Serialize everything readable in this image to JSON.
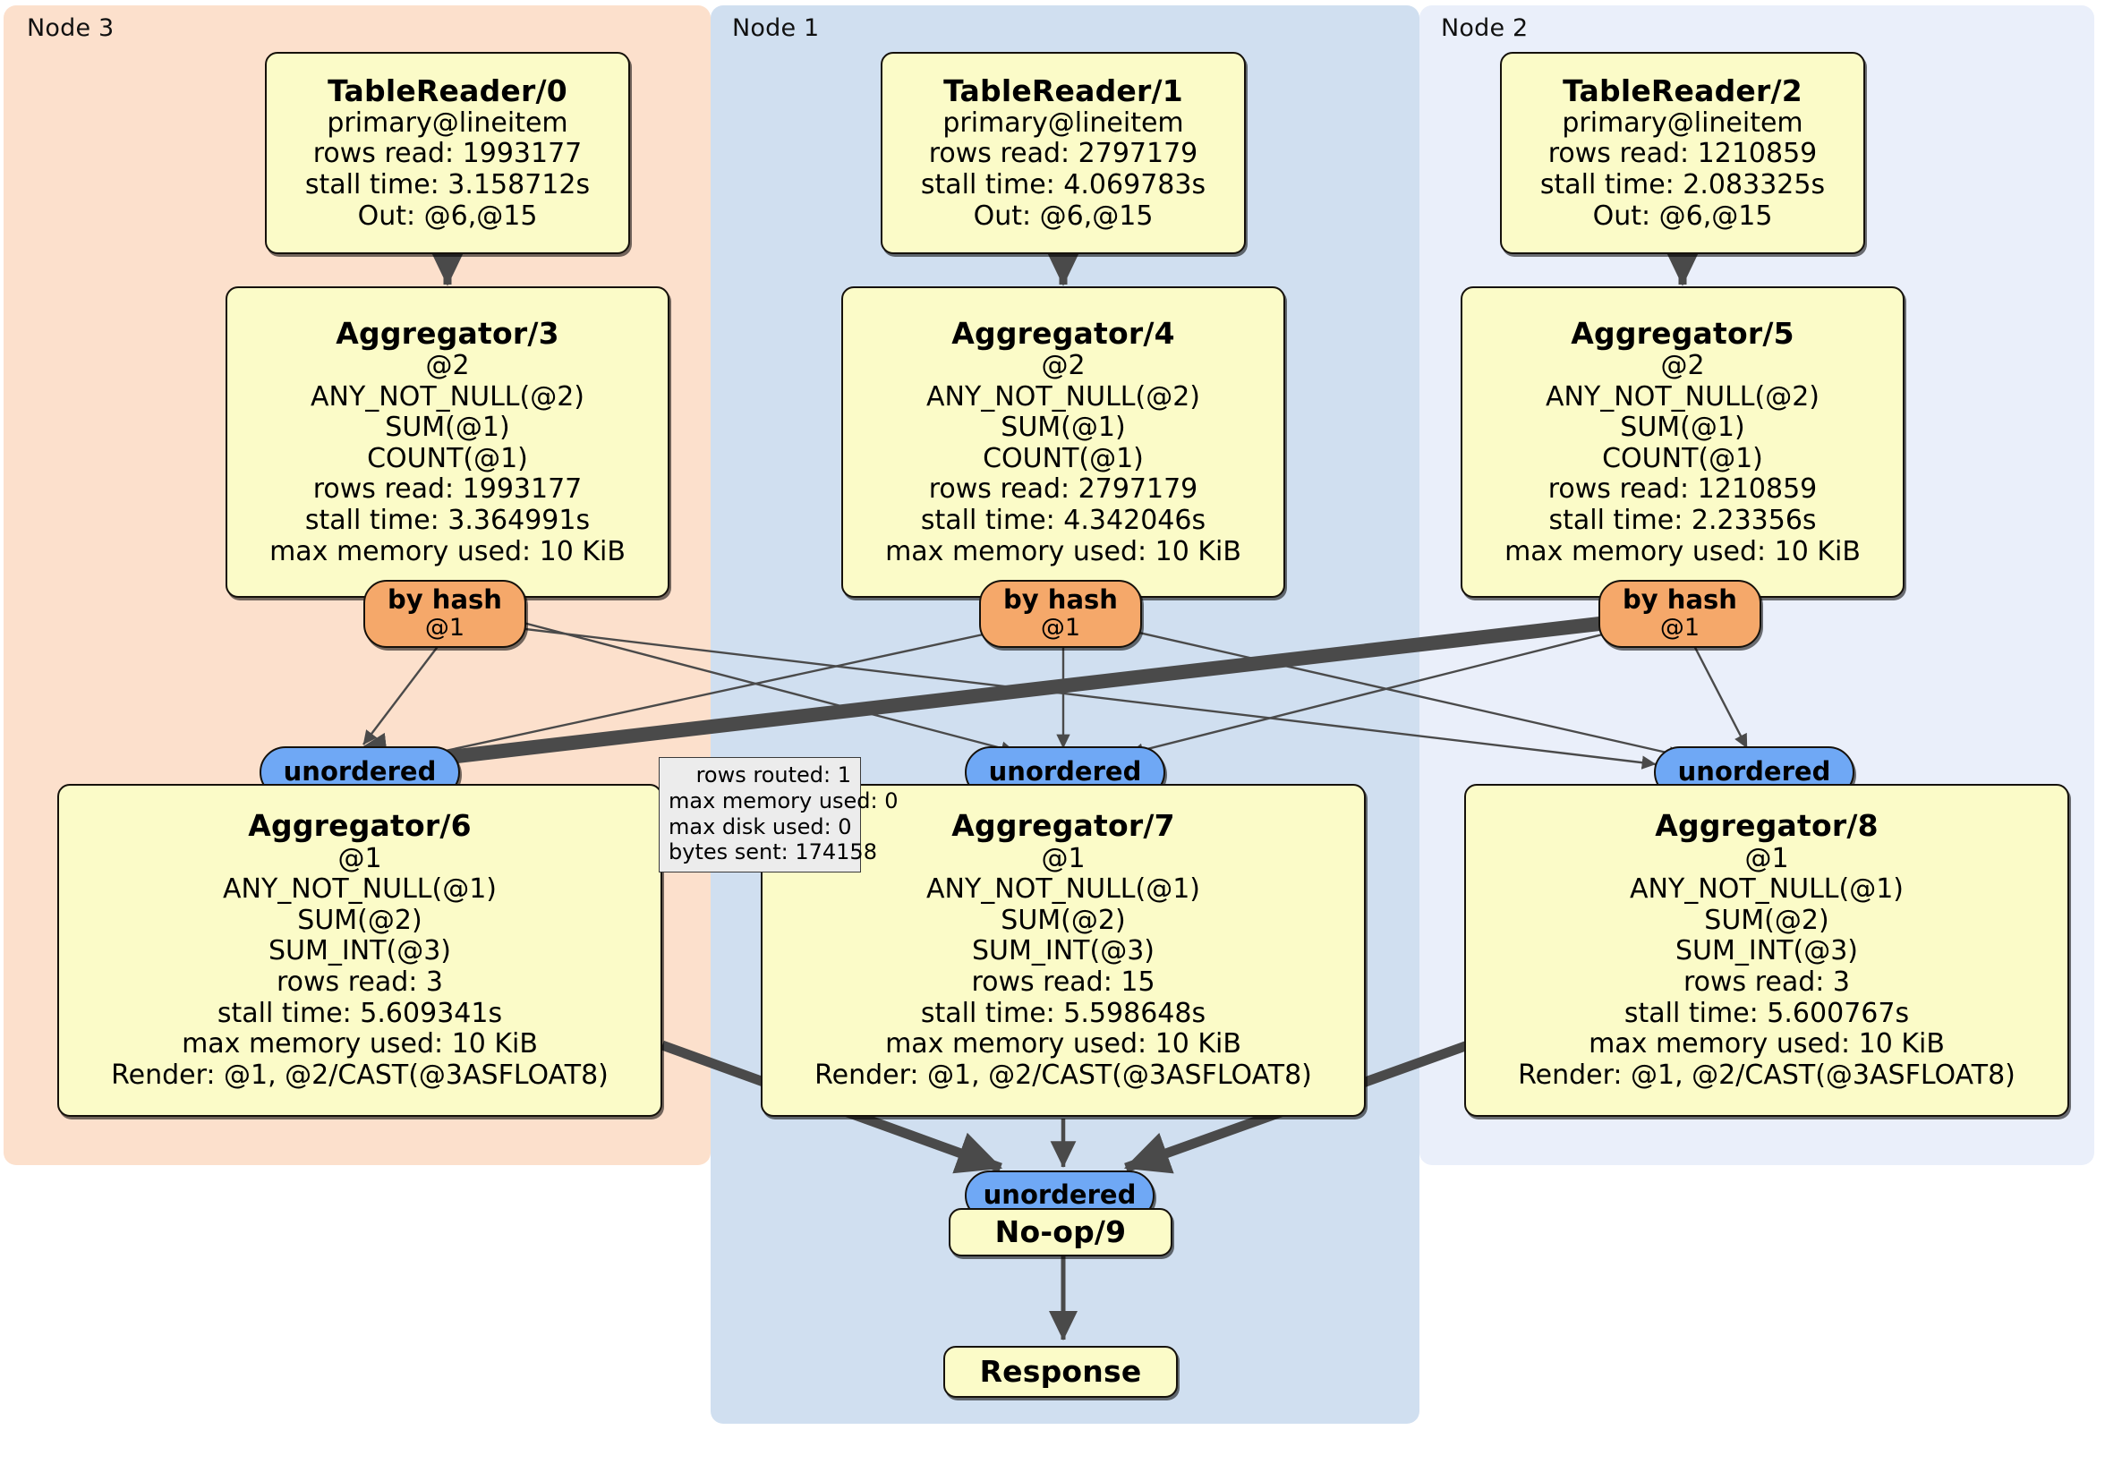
{
  "colors": {
    "node3_panel": "#fce0cc",
    "node1_panel": "#d0dff0",
    "node2_panel": "#eaeffa",
    "box_fill": "#fbfbc8",
    "hash_fill": "#f5a86a",
    "unordered_fill": "#6fa8f5",
    "note_fill": "#ececec",
    "edge": "#4a4a4a",
    "outline": "#15110b"
  },
  "clusters": [
    {
      "id": "node3",
      "label": "Node 3"
    },
    {
      "id": "node1",
      "label": "Node 1"
    },
    {
      "id": "node2",
      "label": "Node 2"
    }
  ],
  "table_readers": [
    {
      "title": "TableReader/0",
      "lines": [
        "primary@lineitem",
        "rows read: 1993177",
        "stall time: 3.158712s",
        "Out: @6,@15"
      ]
    },
    {
      "title": "TableReader/1",
      "lines": [
        "primary@lineitem",
        "rows read: 2797179",
        "stall time: 4.069783s",
        "Out: @6,@15"
      ]
    },
    {
      "title": "TableReader/2",
      "lines": [
        "primary@lineitem",
        "rows read: 1210859",
        "stall time: 2.083325s",
        "Out: @6,@15"
      ]
    }
  ],
  "aggregators_top": [
    {
      "title": "Aggregator/3",
      "lines": [
        "@2",
        "ANY_NOT_NULL(@2)",
        "SUM(@1)",
        "COUNT(@1)",
        "rows read: 1993177",
        "stall time: 3.364991s",
        "max memory used: 10 KiB"
      ]
    },
    {
      "title": "Aggregator/4",
      "lines": [
        "@2",
        "ANY_NOT_NULL(@2)",
        "SUM(@1)",
        "COUNT(@1)",
        "rows read: 2797179",
        "stall time: 4.342046s",
        "max memory used: 10 KiB"
      ]
    },
    {
      "title": "Aggregator/5",
      "lines": [
        "@2",
        "ANY_NOT_NULL(@2)",
        "SUM(@1)",
        "COUNT(@1)",
        "rows read: 1210859",
        "stall time: 2.23356s",
        "max memory used: 10 KiB"
      ]
    }
  ],
  "aggregators_bottom": [
    {
      "title": "Aggregator/6",
      "lines": [
        "@1",
        "ANY_NOT_NULL(@1)",
        "SUM(@2)",
        "SUM_INT(@3)",
        "rows read: 3",
        "stall time: 5.609341s",
        "max memory used: 10 KiB",
        "Render: @1, @2/CAST(@3ASFLOAT8)"
      ]
    },
    {
      "title": "Aggregator/7",
      "lines": [
        "@1",
        "ANY_NOT_NULL(@1)",
        "SUM(@2)",
        "SUM_INT(@3)",
        "rows read: 15",
        "stall time: 5.598648s",
        "max memory used: 10 KiB",
        "Render: @1, @2/CAST(@3ASFLOAT8)"
      ]
    },
    {
      "title": "Aggregator/8",
      "lines": [
        "@1",
        "ANY_NOT_NULL(@1)",
        "SUM(@2)",
        "SUM_INT(@3)",
        "rows read: 3",
        "stall time: 5.600767s",
        "max memory used: 10 KiB",
        "Render: @1, @2/CAST(@3ASFLOAT8)"
      ]
    }
  ],
  "routers_hash": [
    {
      "kind": "by hash",
      "column": "@1"
    },
    {
      "kind": "by hash",
      "column": "@1"
    },
    {
      "kind": "by hash",
      "column": "@1"
    }
  ],
  "routers_unordered": [
    {
      "label": "unordered"
    },
    {
      "label": "unordered"
    },
    {
      "label": "unordered"
    },
    {
      "label": "unordered"
    }
  ],
  "edge_note": {
    "lines": [
      "rows routed: 1",
      "max memory used: 0",
      "max disk used: 0",
      "bytes sent: 174158"
    ]
  },
  "terminal_nodes": {
    "noop": "No-op/9",
    "response": "Response"
  }
}
